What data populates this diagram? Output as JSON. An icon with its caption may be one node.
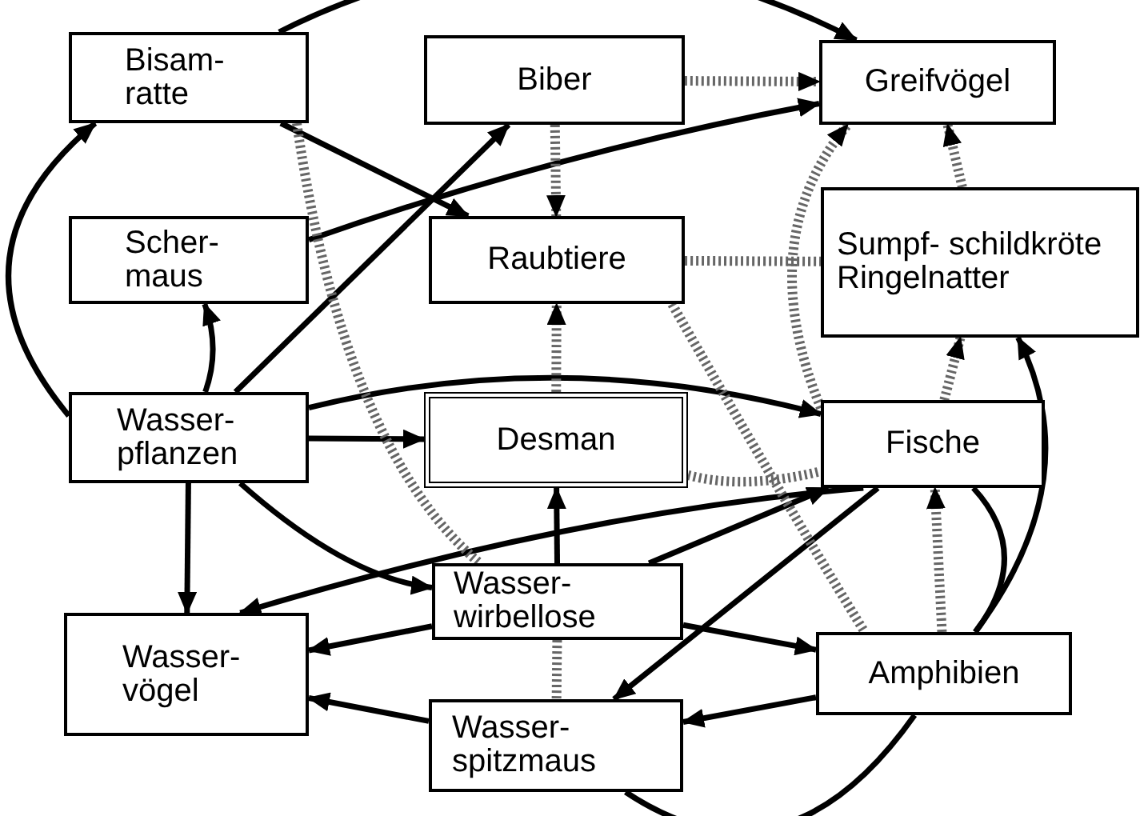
{
  "diagram": {
    "nodes": [
      {
        "text": [
          "Bisam- ratte"
        ]
      },
      {
        "text": [
          "Biber"
        ]
      },
      {
        "text": [
          "Greifvögel"
        ]
      },
      {
        "text": [
          "Scher- maus"
        ]
      },
      {
        "text": [
          "Raubtiere"
        ]
      },
      {
        "text": [
          "Sumpf- schildkröte Ringelnatter"
        ]
      },
      {
        "text": [
          "Wasser- pflanzen"
        ]
      },
      {
        "text": [
          "Desman"
        ]
      },
      {
        "text": [
          "Fische"
        ]
      },
      {
        "text": [
          "Wasser- wirbellose"
        ]
      },
      {
        "text": [
          "Wasser- vögel"
        ]
      },
      {
        "text": [
          "Amphibien"
        ]
      },
      {
        "text": [
          "Wasser- spitzmaus"
        ]
      }
    ],
    "edges": [
      {
        "from": 0,
        "to": 2,
        "arrow": "to"
      },
      {
        "from": 0,
        "to": 4,
        "arrow": "to"
      },
      {
        "from": 6,
        "to": 0,
        "arrow": "to"
      },
      {
        "from": 6,
        "to": 3,
        "arrow": "to"
      },
      {
        "from": 3,
        "to": 2,
        "arrow": "to"
      },
      {
        "from": 6,
        "to": 1,
        "arrow": "to"
      },
      {
        "from": 6,
        "to": 7,
        "arrow": "to"
      },
      {
        "from": 6,
        "to": 8,
        "arrow": "to"
      },
      {
        "from": 6,
        "to": 10,
        "arrow": "to"
      },
      {
        "from": 6,
        "to": 9,
        "arrow": "to"
      },
      {
        "from": 8,
        "to": 10,
        "arrow": "to"
      },
      {
        "from": 9,
        "to": 10,
        "arrow": "to"
      },
      {
        "from": 9,
        "to": 7,
        "arrow": "to"
      },
      {
        "from": 9,
        "to": 8,
        "arrow": "to"
      },
      {
        "from": 9,
        "to": 11,
        "arrow": "to"
      },
      {
        "from": 8,
        "to": 12,
        "arrow": "to"
      },
      {
        "from": 11,
        "to": 12,
        "arrow": "to"
      },
      {
        "from": 12,
        "to": 10,
        "arrow": "to"
      },
      {
        "from": 11,
        "to": 5,
        "arrow": "to"
      },
      {
        "from": 12,
        "to": 11,
        "arrow": "none"
      },
      {
        "from": 8,
        "to": 11,
        "arrow": "none"
      },
      {
        "from": 1,
        "to": 2,
        "arrow": "to",
        "style": "dashed",
        "color": "#666666"
      },
      {
        "from": 1,
        "to": 4,
        "arrow": "to",
        "style": "dashed",
        "color": "#666666"
      },
      {
        "from": 0,
        "to": 9,
        "arrow": "none",
        "style": "dashed",
        "color": "#666666"
      },
      {
        "from": 4,
        "to": 5,
        "arrow": "none",
        "style": "dashed",
        "color": "#666666"
      },
      {
        "from": 7,
        "to": 4,
        "arrow": "to",
        "style": "dashed",
        "color": "#666666"
      },
      {
        "from": 8,
        "to": 2,
        "arrow": "to",
        "style": "dashed",
        "color": "#666666"
      },
      {
        "from": 7,
        "to": 8,
        "arrow": "none",
        "style": "dashed",
        "color": "#666666"
      },
      {
        "from": 8,
        "to": 5,
        "arrow": "to",
        "style": "dashed",
        "color": "#666666"
      },
      {
        "from": 5,
        "to": 2,
        "arrow": "to",
        "style": "dashed",
        "color": "#666666"
      },
      {
        "from": 11,
        "to": 8,
        "arrow": "to",
        "style": "dashed",
        "color": "#666666"
      },
      {
        "from": 9,
        "to": 12,
        "arrow": "none",
        "style": "dashed",
        "color": "#666666"
      },
      {
        "from": 4,
        "to": 11,
        "arrow": "none",
        "style": "dashed",
        "color": "#666666"
      }
    ]
  }
}
